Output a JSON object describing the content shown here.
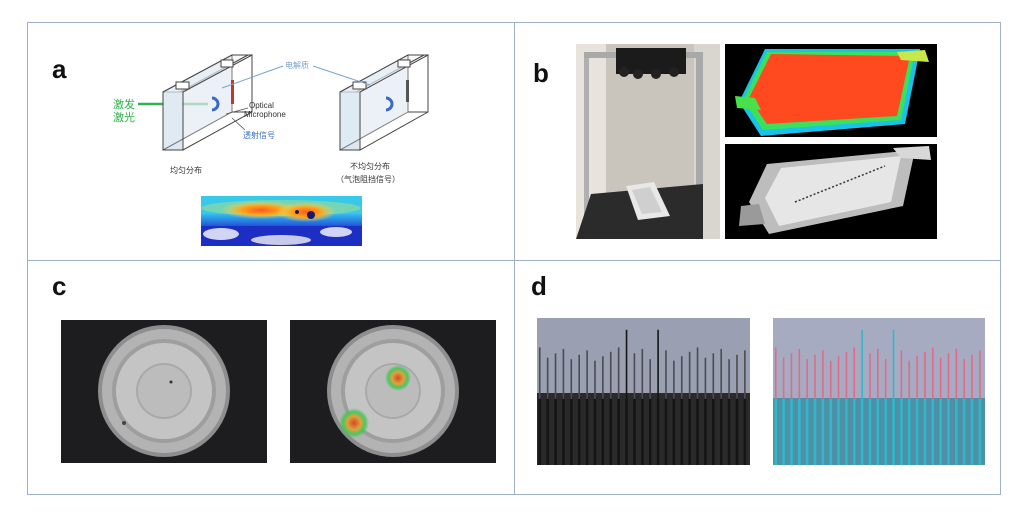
{
  "figure": {
    "panels": {
      "a": {
        "label": "a",
        "laser_label_line1": "激发",
        "laser_label_line2": "激光",
        "electrolyte_label": "电解质",
        "optical_label_line1": "Optical",
        "optical_label_line2": "Microphone",
        "transmission_label": "透射信号",
        "uniform_caption": "均匀分布",
        "nonuniform_caption_line1": "不均匀分布",
        "nonuniform_caption_line2": "（气泡阻挡信号）"
      },
      "b": {
        "label": "b"
      },
      "c": {
        "label": "c"
      },
      "d": {
        "label": "d"
      }
    },
    "colors": {
      "laser_green": "#2db34a",
      "annotation_blue": "#4a7fc7",
      "divider": "#9fb1c7"
    }
  }
}
